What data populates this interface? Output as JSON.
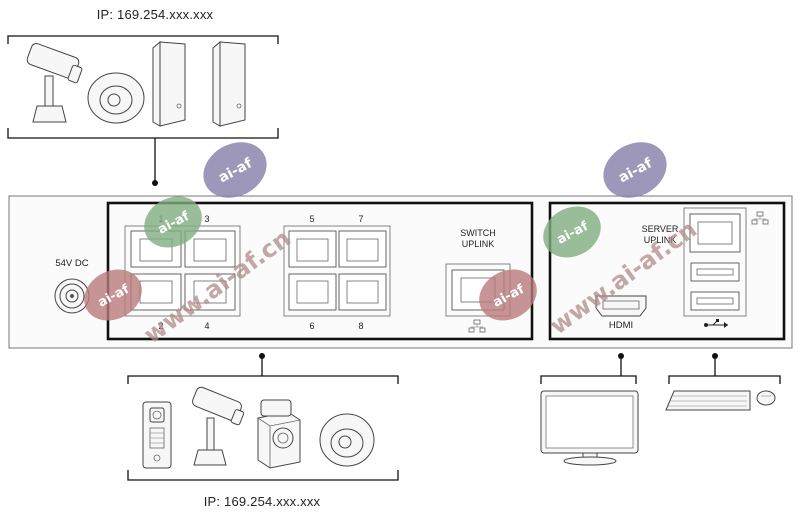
{
  "top_group": {
    "ip_label": "IP: 169.254.xxx.xxx"
  },
  "bottom_group": {
    "ip_label": "IP: 169.254.xxx.xxx"
  },
  "recorder": {
    "power_label": "54V DC",
    "port_numbers": [
      "1",
      "3",
      "2",
      "4",
      "5",
      "7",
      "6",
      "8"
    ],
    "switch_uplink_label": [
      "SWITCH",
      "UPLINK"
    ],
    "server_uplink_label": [
      "SERVER",
      "UPLINK"
    ],
    "hdmi_label": "HDMI"
  },
  "watermark": {
    "badge_text": "ai-af",
    "url_text": "www.ai-af.cn",
    "colors": {
      "badge_green": "#7fae7f",
      "badge_red": "#b97a7a",
      "badge_purple": "#8c86ad",
      "url": "#b08a8a"
    }
  },
  "icons": {
    "top_devices": [
      "bullet-camera-icon",
      "dome-camera-icon",
      "access-control-reader-icon",
      "access-control-reader-icon"
    ],
    "bottom_devices": [
      "door-station-icon",
      "bullet-camera-icon",
      "cube-camera-icon",
      "dome-camera-icon"
    ],
    "peripherals": [
      "monitor-icon",
      "keyboard-icon",
      "mouse-icon"
    ]
  }
}
